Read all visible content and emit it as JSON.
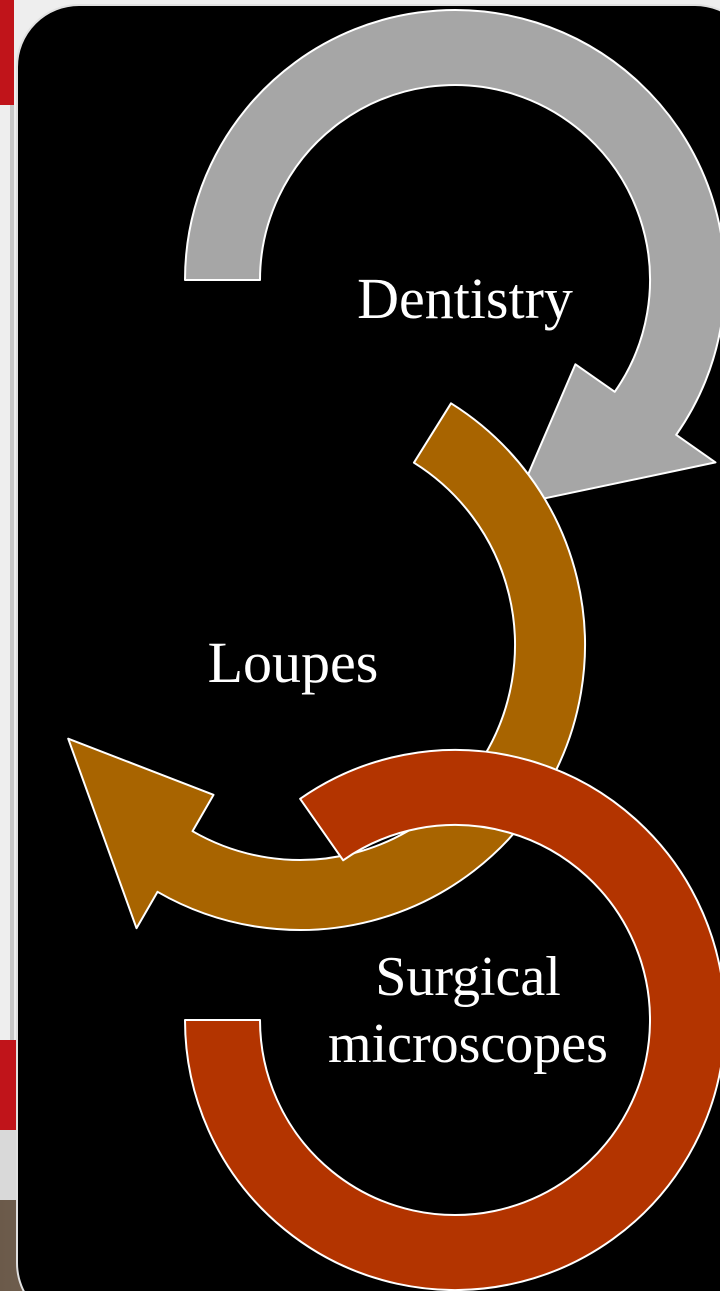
{
  "colors": {
    "panel": "#000000",
    "accent_red": "#c0141a",
    "slide_background": "#eeeeee",
    "cycle_1": "#a6a6a6",
    "cycle_2": "#a86400",
    "cycle_3": "#b33400",
    "arrow_outline": "#ffffff"
  },
  "diagram": {
    "steps": [
      {
        "label_lines": [
          "Dentistry"
        ],
        "color_key": "cycle_1"
      },
      {
        "label_lines": [
          "Loupes"
        ],
        "color_key": "cycle_2"
      },
      {
        "label_lines": [
          "Surgical",
          "microscopes"
        ],
        "color_key": "cycle_3"
      }
    ]
  }
}
